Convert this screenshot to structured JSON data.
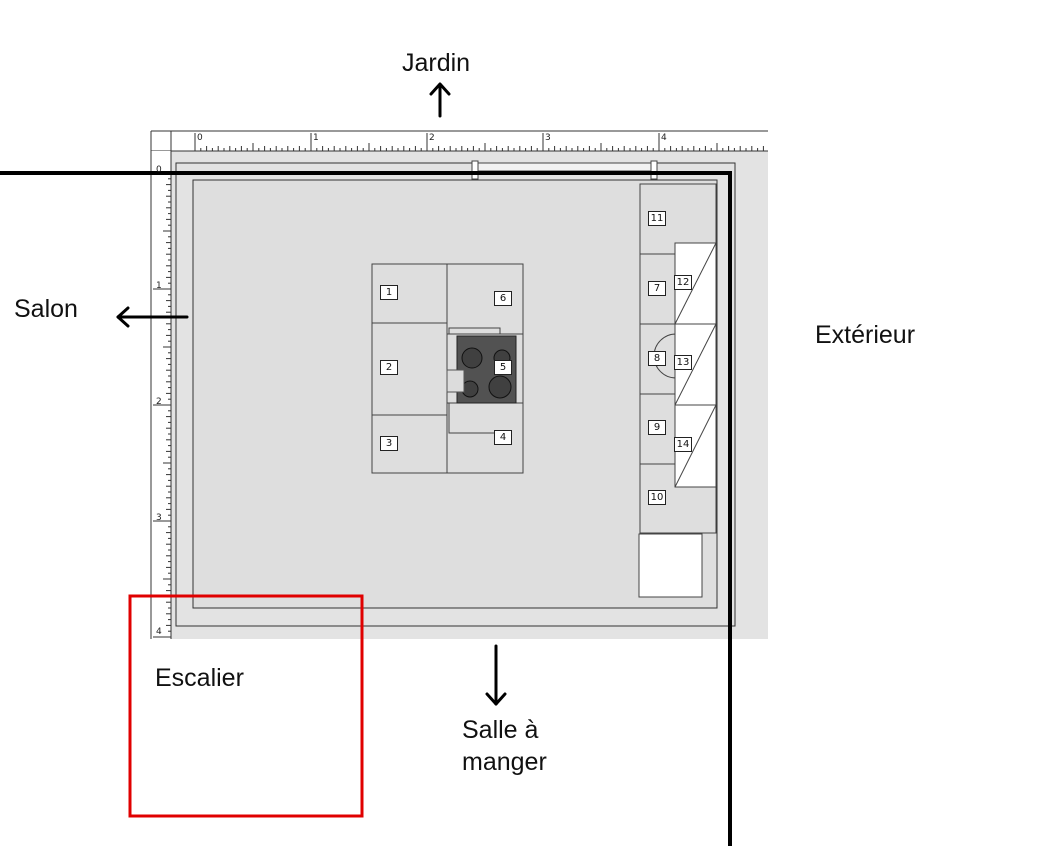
{
  "labels": {
    "jardin": "Jardin",
    "salon": "Salon",
    "exterieur": "Extérieur",
    "escalier": "Escalier",
    "salle_line1": "Salle à",
    "salle_line2": "manger"
  },
  "ruler": {
    "horizontal_ticks": [
      "0",
      "1",
      "2",
      "3",
      "4"
    ],
    "vertical_ticks": [
      "0",
      "1",
      "2",
      "3",
      "4"
    ]
  },
  "items": [
    "1",
    "2",
    "3",
    "4",
    "5",
    "6",
    "7",
    "8",
    "9",
    "10",
    "11",
    "12",
    "13",
    "14"
  ],
  "colors": {
    "background": "#ffffff",
    "floor": "#e1e1e1",
    "wall": "#000000",
    "cooktop": "#505050",
    "stair_outline": "#e00000"
  }
}
